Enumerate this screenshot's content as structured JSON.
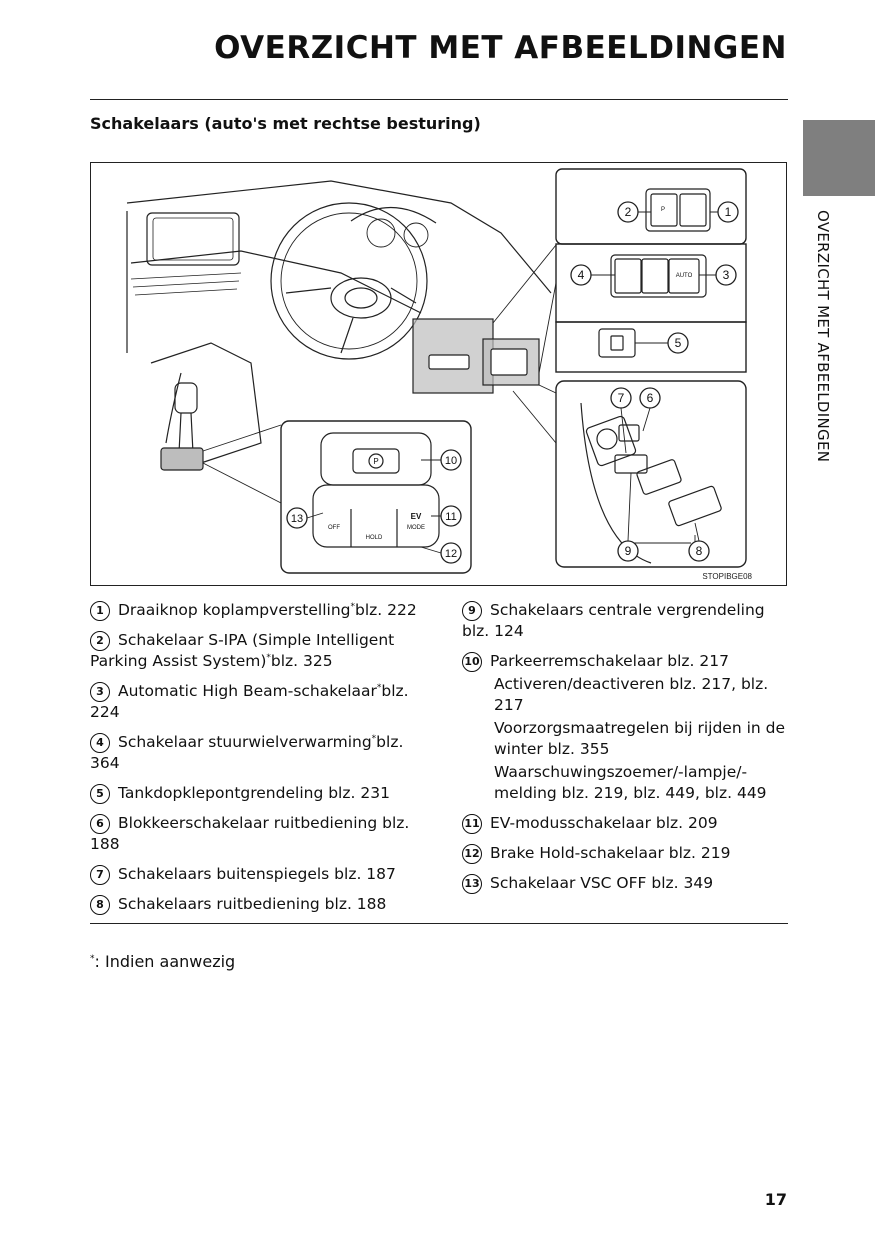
{
  "header": {
    "title": "OVERZICHT MET AFBEELDINGEN"
  },
  "section": {
    "subtitle": "Schakelaars (auto's met rechtse besturing)"
  },
  "side_tab": {
    "label": "OVERZICHT MET AFBEELDINGEN"
  },
  "figure": {
    "code": "STOPIBGE08",
    "callouts": [
      "1",
      "2",
      "3",
      "4",
      "5",
      "6",
      "7",
      "8",
      "9",
      "10",
      "11",
      "12",
      "13"
    ],
    "button_labels": {
      "auto": "AUTO",
      "hold": "HOLD",
      "ev": "EV",
      "mode": "MODE",
      "off": "OFF",
      "p": "P"
    }
  },
  "items_left": [
    {
      "num": "1",
      "text": "Draaiknop koplampverstelling",
      "star": "*",
      "ref": "blz. 222"
    },
    {
      "num": "2",
      "text": "Schakelaar S-IPA (Simple Intelligent Parking Assist System)",
      "star": "*",
      "ref": "blz. 325"
    },
    {
      "num": "3",
      "text": "Automatic High Beam-schakelaar",
      "star": "*",
      "ref": "blz. 224"
    },
    {
      "num": "4",
      "text": "Schakelaar stuurwielverwarming",
      "star": "*",
      "ref": "blz. 364"
    },
    {
      "num": "5",
      "text": "Tankdopklepontgrendeling blz. 231",
      "star": "",
      "ref": ""
    },
    {
      "num": "6",
      "text": "Blokkeerschakelaar ruitbediening blz. 188",
      "star": "",
      "ref": ""
    },
    {
      "num": "7",
      "text": "Schakelaars buitenspiegels blz. 187",
      "star": "",
      "ref": ""
    },
    {
      "num": "8",
      "text": "Schakelaars ruitbediening blz. 188",
      "star": "",
      "ref": ""
    }
  ],
  "items_right": [
    {
      "num": "9",
      "text": "Schakelaars centrale vergrendeling blz. 124"
    },
    {
      "num": "10",
      "text": "Parkeerremschakelaar blz. 217",
      "subs": [
        "Activeren/deactiveren blz. 217, blz. 217",
        "Voorzorgsmaatregelen bij rijden in de winter blz. 355",
        "Waarschuwingszoemer/-lampje/-melding blz. 219, blz. 449, blz. 449"
      ]
    },
    {
      "num": "11",
      "text": "EV-modusschakelaar blz. 209"
    },
    {
      "num": "12",
      "text": "Brake Hold-schakelaar blz. 219"
    },
    {
      "num": "13",
      "text": "Schakelaar VSC OFF blz. 349"
    }
  ],
  "footnote": {
    "star": "*",
    "text": ": Indien aanwezig"
  },
  "page": {
    "number": "17"
  }
}
